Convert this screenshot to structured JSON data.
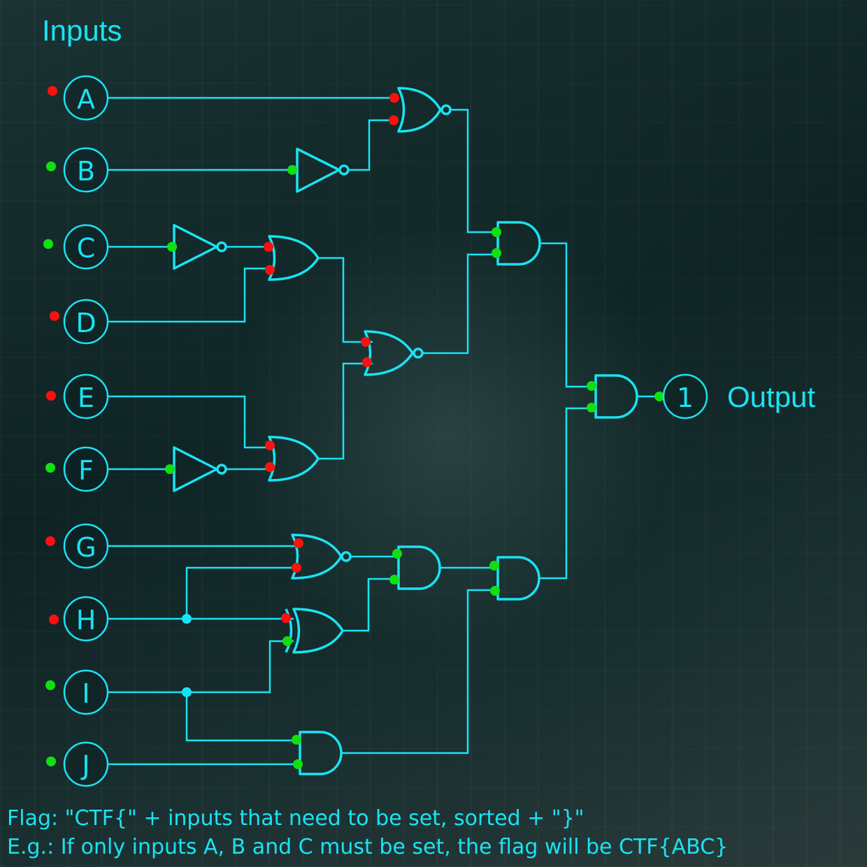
{
  "title": "Inputs",
  "output": {
    "label": "Output",
    "value": "1"
  },
  "inputs": [
    {
      "name": "A",
      "state": "red"
    },
    {
      "name": "B",
      "state": "green"
    },
    {
      "name": "C",
      "state": "green"
    },
    {
      "name": "D",
      "state": "red"
    },
    {
      "name": "E",
      "state": "red"
    },
    {
      "name": "F",
      "state": "green"
    },
    {
      "name": "G",
      "state": "red"
    },
    {
      "name": "H",
      "state": "red"
    },
    {
      "name": "I",
      "state": "green"
    },
    {
      "name": "J",
      "state": "green"
    }
  ],
  "colors": {
    "wire": "#19e3f2",
    "high": "#10e010",
    "low": "#ff1010"
  },
  "footer": {
    "line1": "Flag: \"CTF{\" + inputs that need to be set, sorted + \"}\"",
    "line2": "E.g.: If only inputs A, B and C must be set, the flag will be CTF{ABC}"
  }
}
